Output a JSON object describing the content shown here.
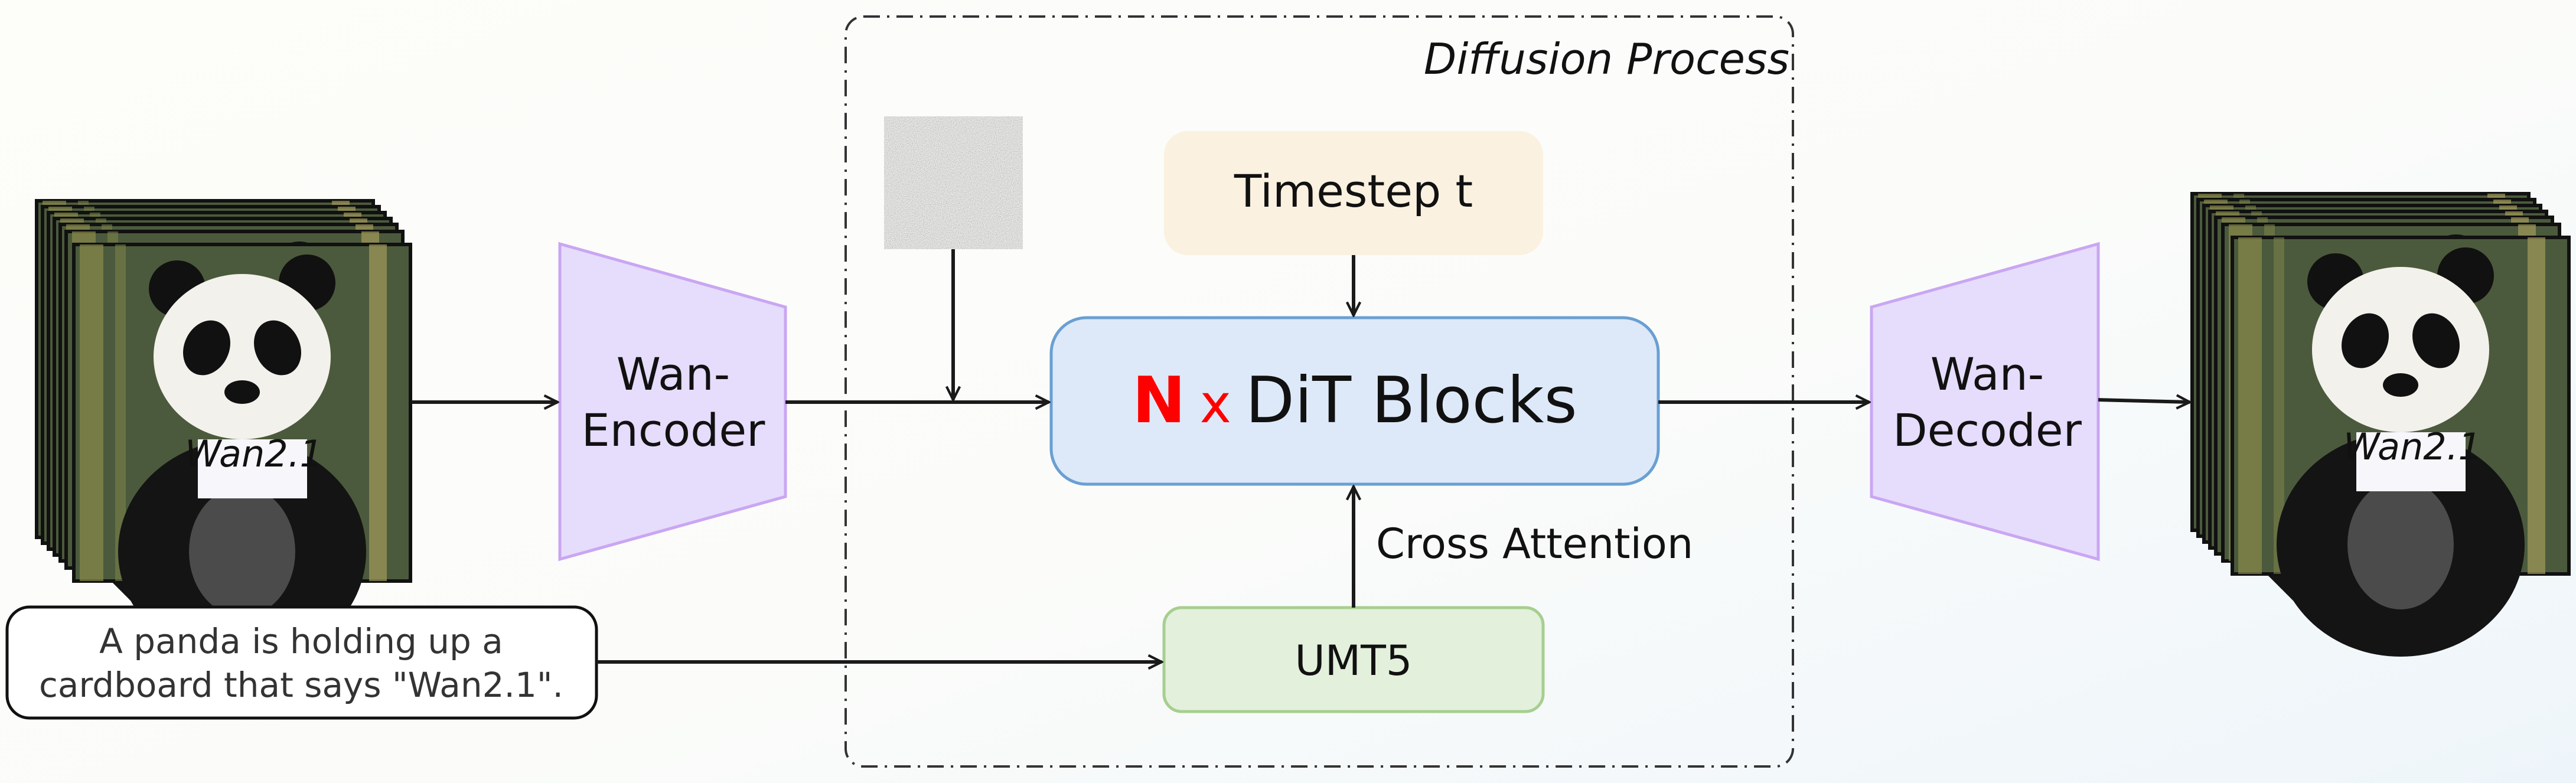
{
  "diagram": {
    "input_video": {
      "sign_text": "Wan2.1"
    },
    "encoder": {
      "line1": "Wan-",
      "line2": "Encoder"
    },
    "prompt": {
      "line1": "A panda is holding up a",
      "line2": "cardboard that says \"Wan2.1\"."
    },
    "diffusion": {
      "title": "Diffusion Process",
      "noise_icon": "noise-square",
      "timestep": "Timestep t",
      "dit": {
        "n": "N",
        "x": "x",
        "label": "DiT Blocks"
      },
      "cross_attention": "Cross Attention",
      "text_encoder": "UMT5"
    },
    "decoder": {
      "line1": "Wan-",
      "line2": "Decoder"
    },
    "output_video": {
      "sign_text": "Wan2.1"
    },
    "colors": {
      "encoder_fill": "#e6dcfc",
      "encoder_stroke": "#c9a6f2",
      "timestep_fill": "#faf1e0",
      "dit_fill": "#dde9f8",
      "dit_stroke": "#6a9fd2",
      "umt5_fill": "#e3f0dc",
      "umt5_stroke": "#a6cf8e",
      "n_red": "#ff0000"
    }
  }
}
